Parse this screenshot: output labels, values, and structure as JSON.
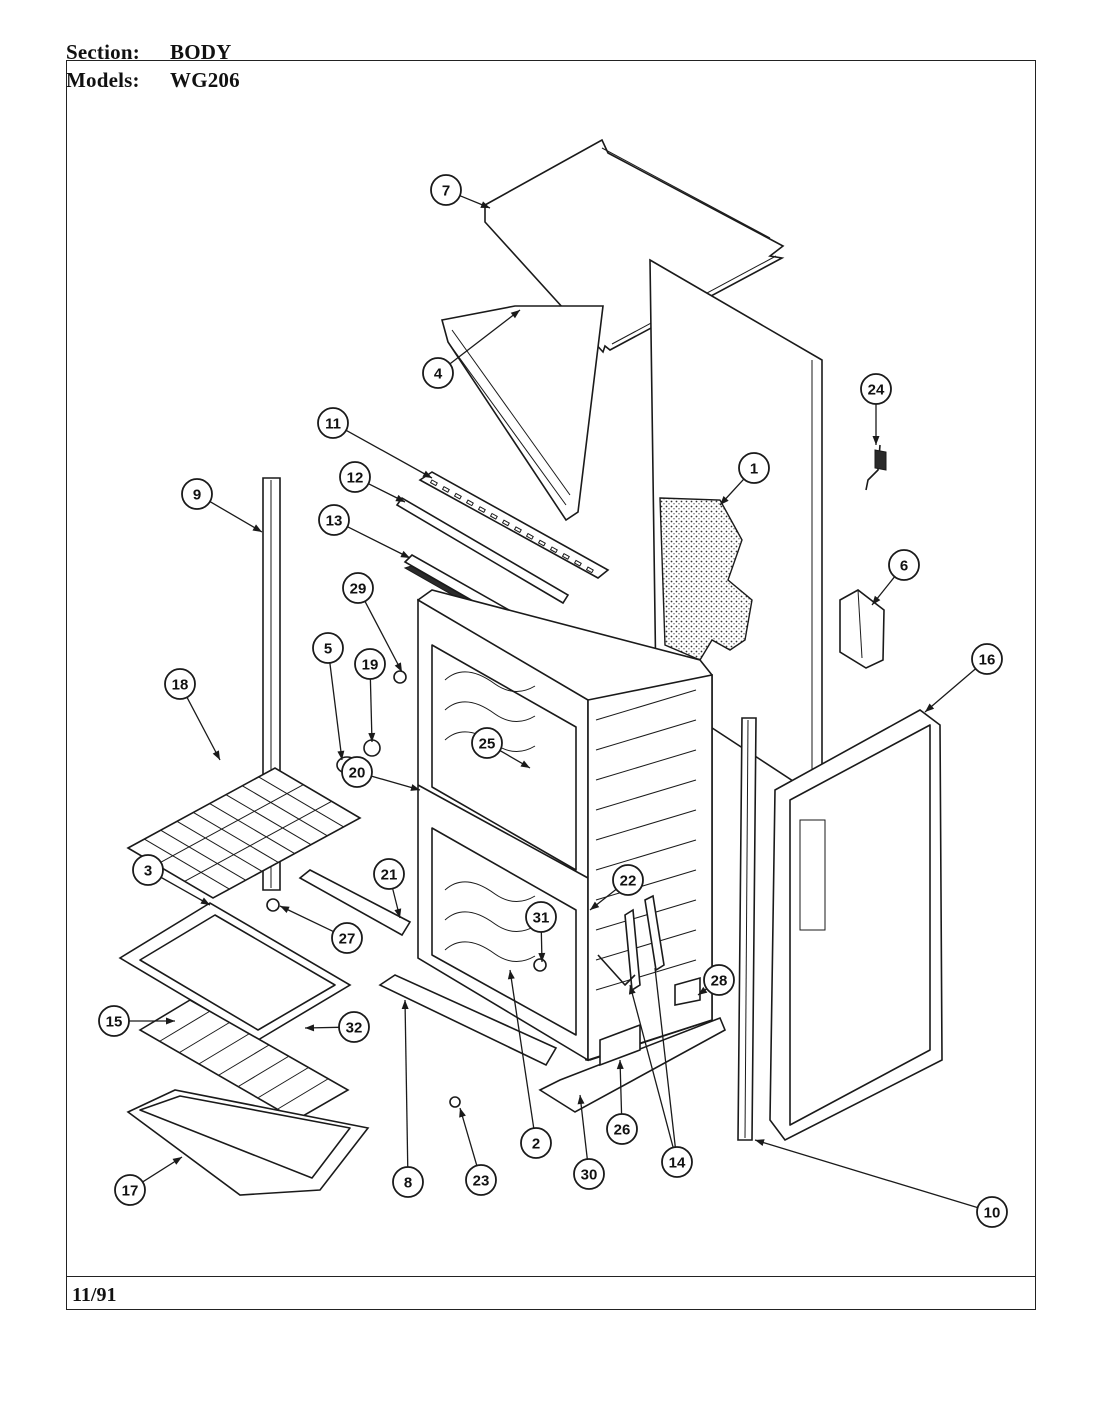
{
  "header": {
    "section_label": "Section:",
    "section_value": "BODY",
    "models_label": "Models:",
    "models_value": "WG206"
  },
  "footer": {
    "date": "11/91"
  },
  "callouts": [
    {
      "id": "callout-1",
      "label": "1"
    },
    {
      "id": "callout-2",
      "label": "2"
    },
    {
      "id": "callout-3",
      "label": "3"
    },
    {
      "id": "callout-4",
      "label": "4"
    },
    {
      "id": "callout-5",
      "label": "5"
    },
    {
      "id": "callout-6",
      "label": "6"
    },
    {
      "id": "callout-7",
      "label": "7"
    },
    {
      "id": "callout-8",
      "label": "8"
    },
    {
      "id": "callout-9",
      "label": "9"
    },
    {
      "id": "callout-10",
      "label": "10"
    },
    {
      "id": "callout-11",
      "label": "11"
    },
    {
      "id": "callout-12",
      "label": "12"
    },
    {
      "id": "callout-13",
      "label": "13"
    },
    {
      "id": "callout-14",
      "label": "14"
    },
    {
      "id": "callout-15",
      "label": "15"
    },
    {
      "id": "callout-16",
      "label": "16"
    },
    {
      "id": "callout-17",
      "label": "17"
    },
    {
      "id": "callout-18",
      "label": "18"
    },
    {
      "id": "callout-19",
      "label": "19"
    },
    {
      "id": "callout-20",
      "label": "20"
    },
    {
      "id": "callout-21",
      "label": "21"
    },
    {
      "id": "callout-22",
      "label": "22"
    },
    {
      "id": "callout-23",
      "label": "23"
    },
    {
      "id": "callout-24",
      "label": "24"
    },
    {
      "id": "callout-25",
      "label": "25"
    },
    {
      "id": "callout-26",
      "label": "26"
    },
    {
      "id": "callout-27",
      "label": "27"
    },
    {
      "id": "callout-28",
      "label": "28"
    },
    {
      "id": "callout-29",
      "label": "29"
    },
    {
      "id": "callout-30",
      "label": "30"
    },
    {
      "id": "callout-31",
      "label": "31"
    },
    {
      "id": "callout-32",
      "label": "32"
    }
  ]
}
